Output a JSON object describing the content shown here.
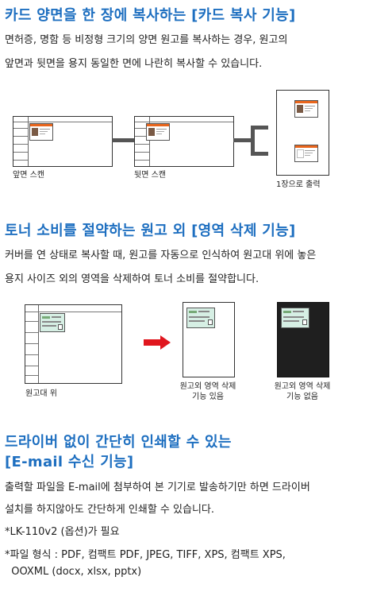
{
  "sections": [
    {
      "title": "카드 양면을 한 장에 복사하는 [카드 복사 기능]",
      "body_lines": [
        "면허증, 명함 등 비정형 크기의 양면 원고를 복사하는 경우, 원고의",
        "앞면과 뒷면을 용지 동일한 면에 나란히 복사할 수 있습니다."
      ],
      "captions": {
        "front": "앞면 스캔",
        "back": "뒷면 스캔",
        "output": "1장으로 출력"
      }
    },
    {
      "title": "토너 소비를 절약하는 원고 외 [영역 삭제 기능]",
      "body_lines": [
        "커버를 연 상태로 복사할 때, 원고를 자동으로 인식하여 원고대 위에 놓은",
        "용지 사이즈 외의 영역을 삭제하여 토너 소비를 절약합니다."
      ],
      "captions": {
        "platen": "원고대 위",
        "with_delete": [
          "원고외 영역 삭제",
          "기능 있음"
        ],
        "without_delete": [
          "원고외 영역 삭제",
          "기능 없음"
        ]
      }
    },
    {
      "title_lines": [
        "드라이버 없이 간단히 인쇄할 수 있는",
        "[E-mail 수신 기능]"
      ],
      "body_lines": [
        "출력할 파일을 E-mail에 첨부하여 본 기기로 발송하기만 하면 드라이버",
        "설치를 하지않아도 간단하게 인쇄할 수 있습니다.",
        "*LK-110v2 (옵션)가 필요",
        "*파일 형식 : PDF, 컴팩트 PDF, JPEG, TIFF, XPS, 컴팩트 XPS,",
        "  OOXML (docx, xlsx, pptx)"
      ]
    }
  ],
  "colors": {
    "heading": "#1e6fc0",
    "arrow": "#e0161e",
    "connector": "#555555",
    "card_accent": "#e9651c"
  }
}
